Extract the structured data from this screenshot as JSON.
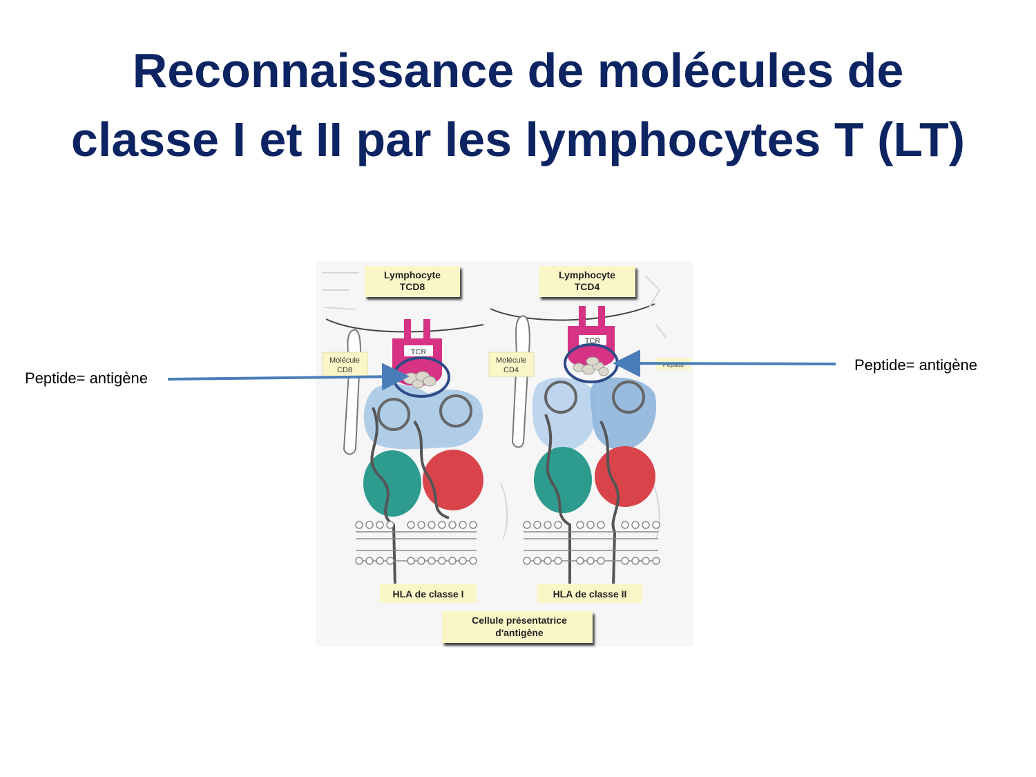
{
  "title": {
    "line1": "Reconnaissance de molécules de",
    "line2": "classe I et II par les lymphocytes T (LT)"
  },
  "callouts": {
    "left": "Peptide= antigène",
    "right": "Peptide= antigène"
  },
  "figure": {
    "cd8_box": {
      "line1": "Lymphocyte",
      "line2": "TCD8"
    },
    "cd4_box": {
      "line1": "Lymphocyte",
      "line2": "TCD4"
    },
    "molecule_cd8": {
      "line1": "Molécule",
      "line2": "CD8"
    },
    "molecule_cd4": {
      "line1": "Molécule",
      "line2": "CD4"
    },
    "tcr_left": "TCR",
    "tcr_right": "TCR",
    "peptide_tag": "Peptide",
    "hla_class1": "HLA de classe I",
    "hla_class2": "HLA de classe II",
    "apc_box": {
      "line1": "Cellule présentatrice",
      "line2": "d'antigène"
    }
  },
  "colors": {
    "title": "#0d2463",
    "arrow": "#4a7ebb",
    "highlight_circle": "#2e4a87",
    "tcr": "#d63384",
    "alpha_domain": "#9cc3e3",
    "teal_domain": "#2e9b8f",
    "red_domain": "#d9434a",
    "label_box": "#fbf6c8"
  }
}
